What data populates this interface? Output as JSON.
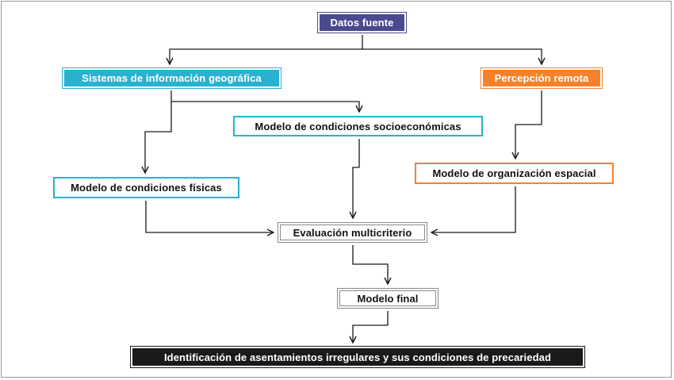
{
  "diagram": {
    "nodes": {
      "datos_fuente": "Datos fuente",
      "sig": "Sistemas de información geográfica",
      "percepcion": "Percepción remota",
      "socioeconomicas": "Modelo de condiciones socioeconómicas",
      "organizacion": "Modelo de organización espacial",
      "fisicas": "Modelo de condiciones físicas",
      "evaluacion": "Evaluación multicriterio",
      "modelo_final": "Modelo final",
      "identificacion": "Identificación de asentamientos irregulares y sus condiciones de precariedad"
    },
    "edges": [
      {
        "from": "datos_fuente",
        "to": "sig"
      },
      {
        "from": "datos_fuente",
        "to": "percepcion"
      },
      {
        "from": "sig",
        "to": "socioeconomicas"
      },
      {
        "from": "sig",
        "to": "fisicas"
      },
      {
        "from": "percepcion",
        "to": "organizacion"
      },
      {
        "from": "socioeconomicas",
        "to": "evaluacion"
      },
      {
        "from": "fisicas",
        "to": "evaluacion"
      },
      {
        "from": "organizacion",
        "to": "evaluacion"
      },
      {
        "from": "evaluacion",
        "to": "modelo_final"
      },
      {
        "from": "modelo_final",
        "to": "identificacion"
      }
    ],
    "colors": {
      "datos_fuente": "#4a4a8f",
      "sig": "#2ab1cf",
      "percepcion": "#f5822a",
      "identificacion": "#1a1a1a",
      "connector": "#1a1a1a"
    }
  }
}
